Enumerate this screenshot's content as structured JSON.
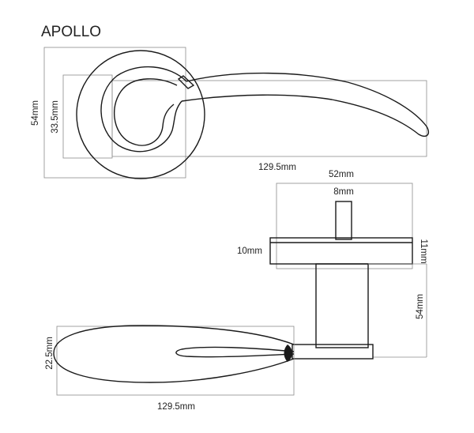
{
  "title": "APOLLO",
  "dimensions": {
    "front_height_rose": "54mm",
    "front_height_inner": "33.5mm",
    "front_length": "129.5mm",
    "rose_width": "52mm",
    "spindle": "8mm",
    "rose_thickness_left": "10mm",
    "rose_thickness_right": "11mm",
    "side_height": "54mm",
    "lever_height": "22.5mm",
    "side_length": "129.5mm"
  },
  "colors": {
    "ink": "#1a1a1a",
    "dimension_line": "#8c8c8c",
    "text": "#222222"
  }
}
